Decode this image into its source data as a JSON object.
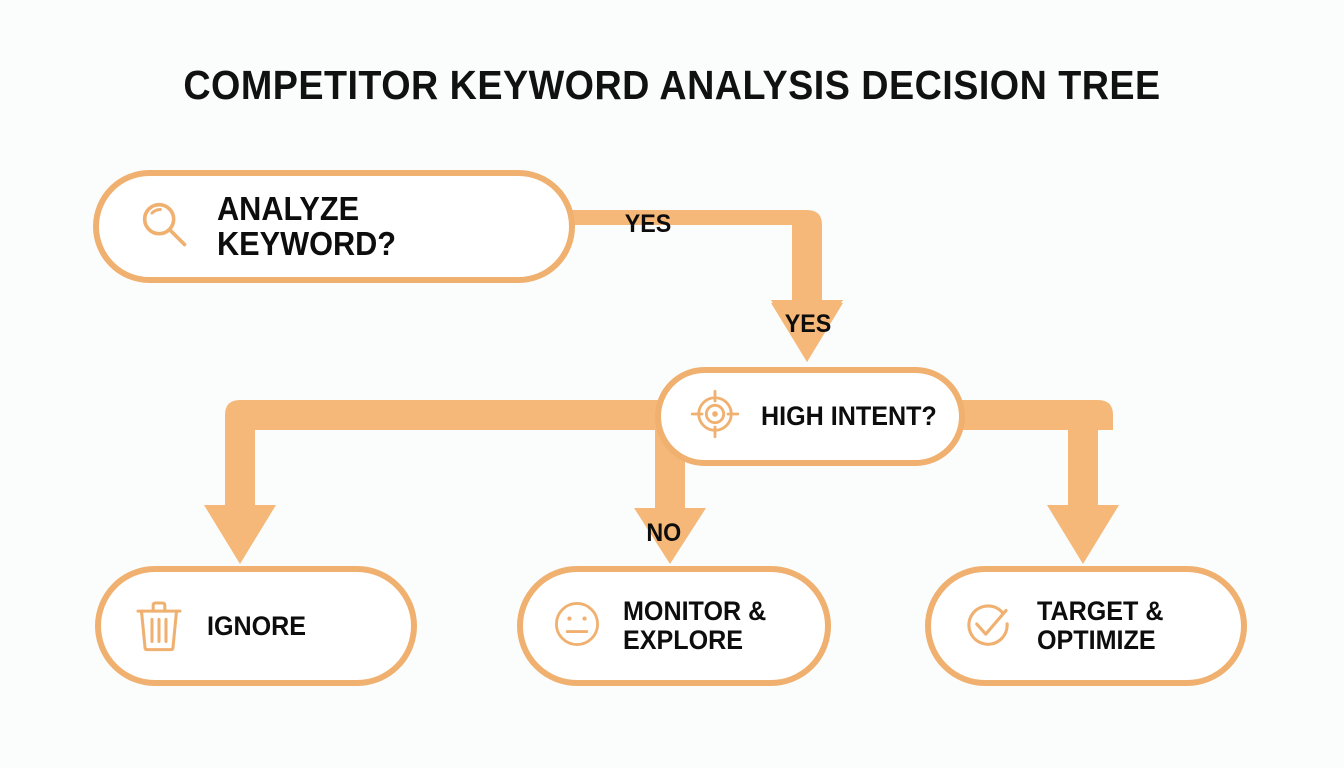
{
  "page": {
    "title": "Competitor Keyword Analysis Decision Tree",
    "background_color": "#fafdfc",
    "accent_color": "#f0b06f",
    "connector_color": "#f5b878",
    "text_color": "#0d0d0d"
  },
  "nodes": {
    "analyze": {
      "label": "Analyze Keyword?",
      "icon": "magnifier-icon"
    },
    "intent": {
      "label": "High Intent?",
      "icon": "target-icon"
    },
    "ignore": {
      "label": "Ignore",
      "icon": "trash-icon"
    },
    "monitor": {
      "label": "Monitor &\nExplore",
      "icon": "neutral-face-icon"
    },
    "target": {
      "label": "Target &\nOptimize",
      "icon": "check-circle-icon"
    }
  },
  "edges": {
    "analyze_to_intent_h": "YES",
    "analyze_to_intent_v": "YES",
    "intent_to_monitor": "NO"
  },
  "chart_data": {
    "type": "diagram",
    "title": "Competitor Keyword Analysis Decision Tree",
    "nodes": [
      {
        "id": "analyze",
        "label": "ANALYZE KEYWORD?",
        "kind": "decision",
        "icon": "magnifier-icon"
      },
      {
        "id": "intent",
        "label": "HIGH INTENT?",
        "kind": "decision",
        "icon": "target-icon"
      },
      {
        "id": "ignore",
        "label": "IGNORE",
        "kind": "outcome",
        "icon": "trash-icon"
      },
      {
        "id": "monitor",
        "label": "MONITOR & EXPLORE",
        "kind": "outcome",
        "icon": "neutral-face-icon"
      },
      {
        "id": "target",
        "label": "TARGET & OPTIMIZE",
        "kind": "outcome",
        "icon": "check-circle-icon"
      }
    ],
    "edges": [
      {
        "from": "analyze",
        "to": "intent",
        "label": "YES"
      },
      {
        "from": "intent",
        "to": "ignore",
        "label": ""
      },
      {
        "from": "intent",
        "to": "monitor",
        "label": "NO"
      },
      {
        "from": "intent",
        "to": "target",
        "label": ""
      }
    ]
  }
}
